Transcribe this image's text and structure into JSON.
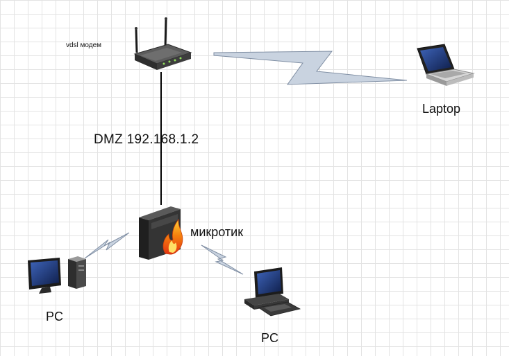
{
  "nodes": {
    "modem": {
      "label": "vdsl модем",
      "icon": "wireless-router-icon"
    },
    "laptop": {
      "label": "Laptop",
      "icon": "laptop-icon"
    },
    "firewall": {
      "label": "микротик",
      "icon": "firewall-router-icon"
    },
    "pc_left": {
      "label": "PC",
      "icon": "desktop-pc-icon"
    },
    "pc_bottom": {
      "label": "PC",
      "icon": "desktop-pc-icon"
    }
  },
  "links": {
    "modem_firewall": {
      "label": "DMZ 192.168.1.2",
      "type": "wired"
    },
    "modem_laptop": {
      "type": "wireless"
    },
    "firewall_pc_left": {
      "type": "wireless"
    },
    "firewall_pc_bottom": {
      "type": "wireless"
    }
  },
  "colors": {
    "wireless_fill": "#c9d3e0",
    "wireless_stroke": "#7f8ea3",
    "wire": "#000000"
  }
}
